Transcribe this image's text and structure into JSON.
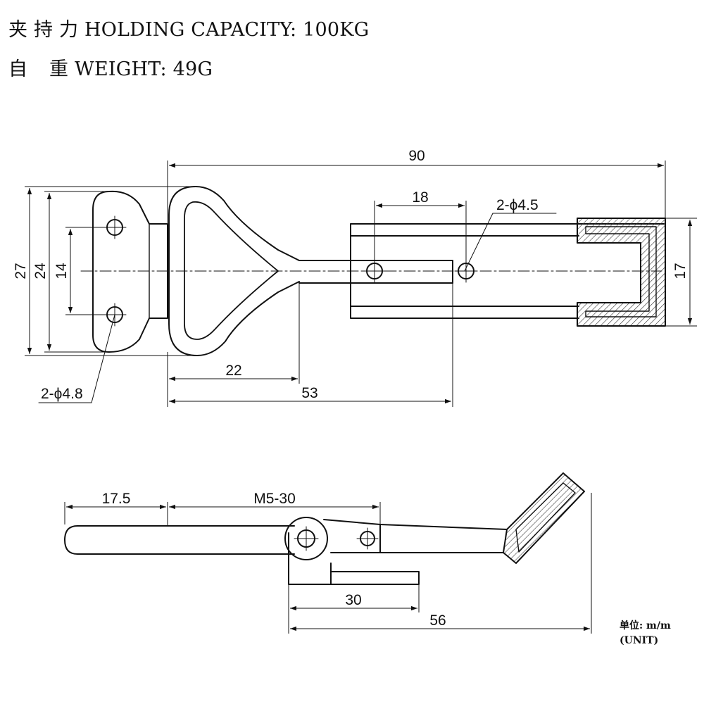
{
  "header": {
    "capacity_cn": "夹 持 力",
    "capacity_en": "HOLDING CAPACITY: 100KG",
    "weight_cn_1": "自",
    "weight_cn_2": "重",
    "weight_en": "WEIGHT: 49G"
  },
  "top_view": {
    "dim_overall_length": "90",
    "dim_hook_hole_pitch": "18",
    "dim_hook_hole_callout": "2-ϕ4.5",
    "dim_height_outer": "27",
    "dim_height_plate": "24",
    "dim_base_hole_pitch": "14",
    "dim_hook_width": "17",
    "dim_handle_to_hook": "22",
    "dim_handle_to_hole": "53",
    "dim_base_hole_callout": "2-ϕ4.8"
  },
  "side_view": {
    "dim_handle_end": "17.5",
    "dim_thread": "M5-30",
    "dim_base_length": "30",
    "dim_overall_length": "56"
  },
  "unit": {
    "label": "单位: m/m",
    "note": "(UNIT)"
  }
}
